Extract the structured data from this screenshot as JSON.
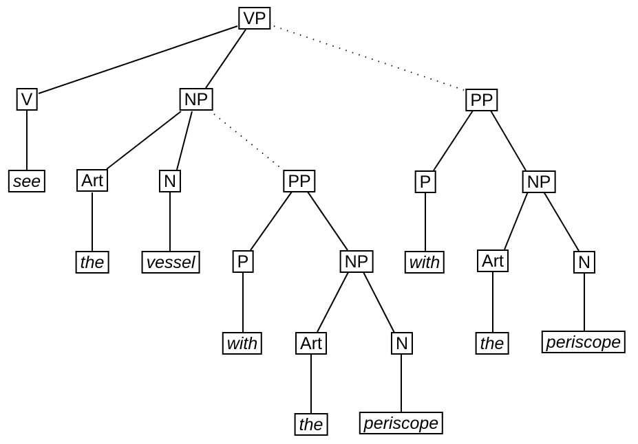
{
  "diagram": {
    "type": "syntax-tree",
    "description_colors": {
      "line": "#000000",
      "background": "#ffffff",
      "text": "#000000"
    },
    "nodes": {
      "vp": "VP",
      "v": "V",
      "np_object": "NP",
      "pp_attached_vp": "PP",
      "see": "see",
      "art_object": "Art",
      "n_object": "N",
      "pp_attached_np": "PP",
      "p_vp_pp": "P",
      "np_vp_pp": "NP",
      "the_object": "the",
      "vessel": "vessel",
      "p_np_pp": "P",
      "np_np_pp": "NP",
      "with_vp_pp": "with",
      "art_vp_pp": "Art",
      "n_vp_pp": "N",
      "with_np_pp": "with",
      "art_np_pp": "Art",
      "n_np_pp": "N",
      "the_vp_pp": "the",
      "periscope_vp_pp": "periscope",
      "the_np_pp": "the",
      "periscope_np_pp": "periscope"
    },
    "edges": [
      {
        "from": "vp",
        "to": "v",
        "style": "solid"
      },
      {
        "from": "vp",
        "to": "np_object",
        "style": "solid"
      },
      {
        "from": "vp",
        "to": "pp_attached_vp",
        "style": "dotted"
      },
      {
        "from": "v",
        "to": "see",
        "style": "solid"
      },
      {
        "from": "np_object",
        "to": "art_object",
        "style": "solid"
      },
      {
        "from": "np_object",
        "to": "n_object",
        "style": "solid"
      },
      {
        "from": "np_object",
        "to": "pp_attached_np",
        "style": "dotted"
      },
      {
        "from": "art_object",
        "to": "the_object",
        "style": "solid"
      },
      {
        "from": "n_object",
        "to": "vessel",
        "style": "solid"
      },
      {
        "from": "pp_attached_np",
        "to": "p_np_pp",
        "style": "solid"
      },
      {
        "from": "pp_attached_np",
        "to": "np_np_pp",
        "style": "solid"
      },
      {
        "from": "p_np_pp",
        "to": "with_np_pp",
        "style": "solid"
      },
      {
        "from": "np_np_pp",
        "to": "art_np_pp",
        "style": "solid"
      },
      {
        "from": "np_np_pp",
        "to": "n_np_pp",
        "style": "solid"
      },
      {
        "from": "art_np_pp",
        "to": "the_np_pp",
        "style": "solid"
      },
      {
        "from": "n_np_pp",
        "to": "periscope_np_pp",
        "style": "solid"
      },
      {
        "from": "pp_attached_vp",
        "to": "p_vp_pp",
        "style": "solid"
      },
      {
        "from": "pp_attached_vp",
        "to": "np_vp_pp",
        "style": "solid"
      },
      {
        "from": "p_vp_pp",
        "to": "with_vp_pp",
        "style": "solid"
      },
      {
        "from": "np_vp_pp",
        "to": "art_vp_pp",
        "style": "solid"
      },
      {
        "from": "np_vp_pp",
        "to": "n_vp_pp",
        "style": "solid"
      },
      {
        "from": "art_vp_pp",
        "to": "the_vp_pp",
        "style": "solid"
      },
      {
        "from": "n_vp_pp",
        "to": "periscope_vp_pp",
        "style": "solid"
      }
    ]
  }
}
